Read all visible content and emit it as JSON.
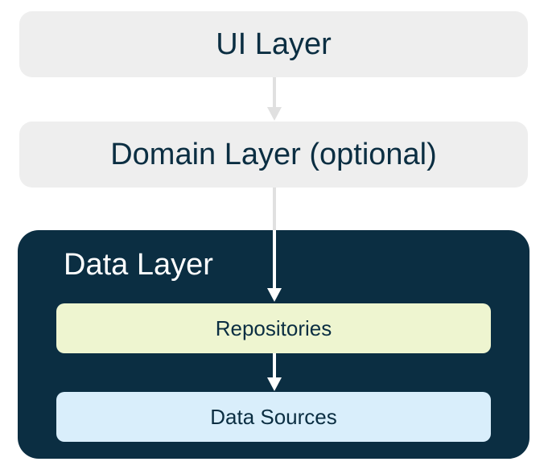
{
  "layers": {
    "ui": {
      "label": "UI Layer"
    },
    "domain": {
      "label": "Domain Layer (optional)"
    },
    "data": {
      "label": "Data Layer",
      "children": {
        "repositories": {
          "label": "Repositories"
        },
        "data_sources": {
          "label": "Data Sources"
        }
      }
    }
  },
  "colors": {
    "light_layer_bg": "#eeeeee",
    "dark_layer_bg": "#0b2e42",
    "repositories_bg": "#eef5d0",
    "data_sources_bg": "#d9eefb",
    "text_dark": "#0b2e42",
    "text_light": "#ffffff",
    "arrow_light": "#e0e0e0",
    "arrow_white": "#ffffff"
  }
}
